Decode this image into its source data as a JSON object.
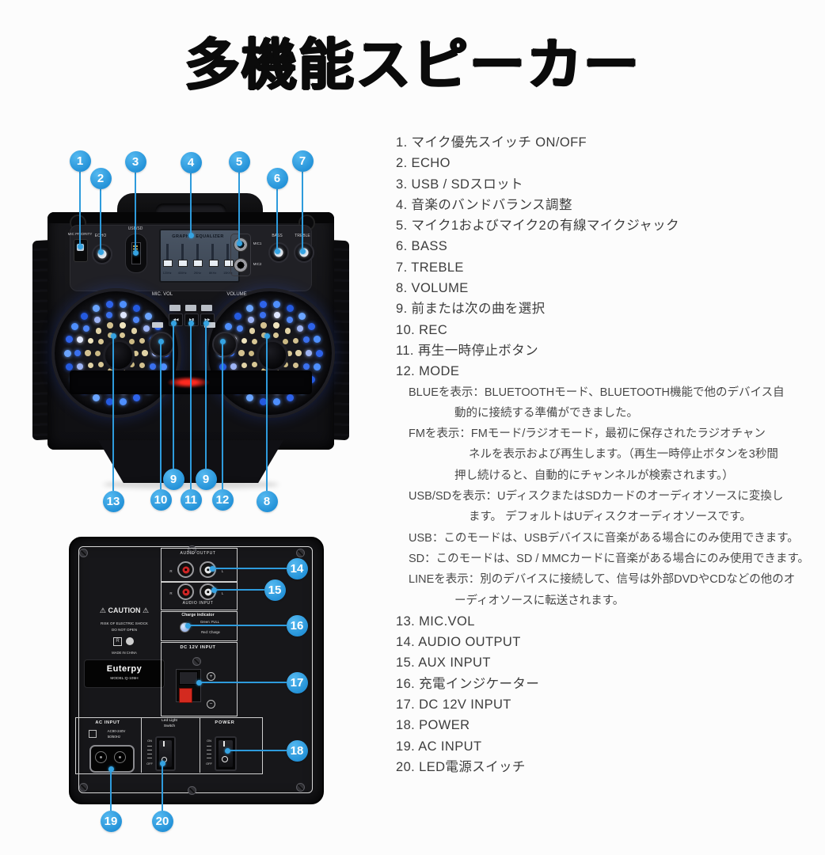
{
  "title": "多機能スピーカー",
  "colors": {
    "callout_blue": "#2e9bdc",
    "rca_red": "#cf2525",
    "rca_white": "#e9e9e9",
    "power_red": "#d32a1f"
  },
  "callouts": {
    "front": [
      "1",
      "2",
      "3",
      "4",
      "5",
      "6",
      "7",
      "13",
      "10",
      "9",
      "11",
      "9",
      "12",
      "8"
    ],
    "back": [
      "14",
      "15",
      "16",
      "17",
      "18",
      "19",
      "20"
    ]
  },
  "top_panel": {
    "mic_priority": "MIC PRIORITY",
    "echo": "ECHO",
    "usb": "USB/SD",
    "eq_title": "GRAPHIC EQUALIZER",
    "eq_freqs": [
      "120Hz",
      "400Hz",
      "2KHz",
      "8KHz",
      "15KHz"
    ],
    "mic1": "MIC1",
    "mic2": "MIC2",
    "bass": "BASS",
    "treble": "TREBLE",
    "mic_vol": "MIC. VOL",
    "volume": "VOLUME",
    "prev_icon": "◀◀",
    "play_icon": "▶▮",
    "next_icon": "▶▶"
  },
  "back_panel": {
    "caution_mark": "⚠",
    "caution": "CAUTION",
    "risk": "RISK OF ELECTRIC SHOCK",
    "do_not_open": "DO NOT OPEN",
    "made_in": "MADE IN CHINA",
    "brand": "Euterpy",
    "model": "MODEL:Q-105H",
    "audio_output": "AUDIO OUTPUT",
    "audio_input": "AUDIO INPUT",
    "r_label": "R",
    "l_label": "L",
    "charge_title": "Charge indicator",
    "charge_green": "Green: FULL",
    "charge_red": "Red: Charge",
    "dc_input": "DC 12V INPUT",
    "plus": "+",
    "minus": "−",
    "ac_input": "AC INPUT",
    "ac_voltage": "AC90-240V",
    "ac_freq": "50/60Hz",
    "led_switch_line1": "Led Light",
    "led_switch_line2": "Switch",
    "power": "POWER",
    "on": "ON",
    "off": "OFF"
  },
  "legend": {
    "lines": [
      {
        "i": 0,
        "t": "1. マイク優先スイッチ ON/OFF"
      },
      {
        "i": 0,
        "t": "2. ECHO"
      },
      {
        "i": 0,
        "t": "3. USB / SDスロット"
      },
      {
        "i": 0,
        "t": "4. 音楽のバンドバランス調整"
      },
      {
        "i": 0,
        "t": "5. マイク1およびマイク2の有線マイクジャック"
      },
      {
        "i": 0,
        "t": "6. BASS"
      },
      {
        "i": 0,
        "t": "7. TREBLE"
      },
      {
        "i": 0,
        "t": "8. VOLUME"
      },
      {
        "i": 0,
        "t": "9. 前または次の曲を選択"
      },
      {
        "i": 0,
        "t": "10. REC"
      },
      {
        "i": 0,
        "t": "11. 再生一時停止ボタン"
      },
      {
        "i": 0,
        "t": "12. MODE"
      },
      {
        "i": 1,
        "t": "BLUEを表示：BLUETOOTHモード、BLUETOOTH機能で他のデバイス自"
      },
      {
        "i": 2,
        "t": "動的に接続する準備ができました。"
      },
      {
        "i": 1,
        "t": "FMを表示：FMモード/ラジオモード，最初に保存されたラジオチャン"
      },
      {
        "i": 3,
        "t": "ネルを表示および再生します。（再生一時停止ボタンを3秒間"
      },
      {
        "i": 2,
        "t": "押し続けると、自動的にチャンネルが検索されます。）"
      },
      {
        "i": 1,
        "t": "USB/SDを表示：UディスクまたはSDカードのオーディオソースに変換し"
      },
      {
        "i": 3,
        "t": "ます。 デフォルトはUディスクオーディオソースです。"
      },
      {
        "i": 1,
        "t": "USB：このモードは、USBデバイスに音楽がある場合にのみ使用できます。"
      },
      {
        "i": 1,
        "t": "SD：このモードは、SD / MMCカードに音楽がある場合にのみ使用できます。"
      },
      {
        "i": 1,
        "t": "LINEを表示：別のデバイスに接続して、信号は外部DVDやCDなどの他のオ"
      },
      {
        "i": 2,
        "t": "ーディオソースに転送されます。"
      },
      {
        "i": 0,
        "t": "13. MIC.VOL"
      },
      {
        "i": 0,
        "t": "14. AUDIO OUTPUT"
      },
      {
        "i": 0,
        "t": "15. AUX INPUT"
      },
      {
        "i": 0,
        "t": "16. 充電インジケーター"
      },
      {
        "i": 0,
        "t": "17. DC 12V INPUT"
      },
      {
        "i": 0,
        "t": "18. POWER"
      },
      {
        "i": 0,
        "t": "19. AC INPUT"
      },
      {
        "i": 0,
        "t": "20. LED電源スイッチ"
      }
    ]
  }
}
